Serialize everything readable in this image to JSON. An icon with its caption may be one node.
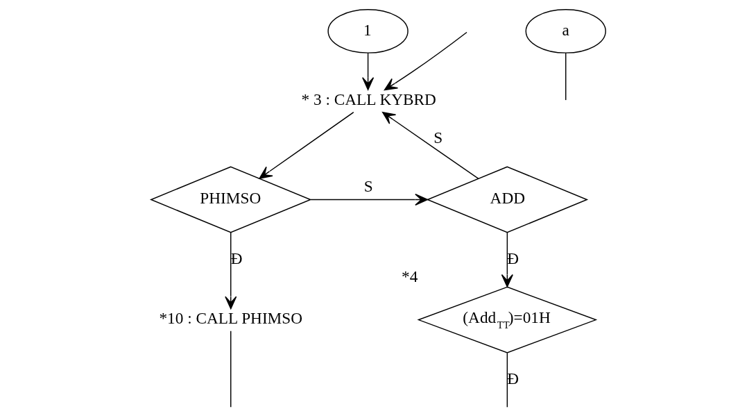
{
  "diagram": {
    "nodes": [
      {
        "text": [
          "1"
        ]
      },
      {
        "text": [
          "a"
        ]
      },
      {
        "text": [
          "* 3 : CALL KYBRD"
        ]
      },
      {
        "text": [
          "PHIMSO"
        ]
      },
      {
        "text": [
          "ADD"
        ]
      },
      {
        "text": [
          "(Add$_{TT}$)=01H"
        ],
        "beside": [
          "*4"
        ]
      },
      {
        "text": [
          "*10 : CALL PHIMSO"
        ]
      }
    ],
    "edges": [
      {
        "from": 0,
        "to": 2,
        "arrow": "to"
      },
      {
        "from": 2,
        "to": 3,
        "arrow": "to"
      },
      {
        "from": 3,
        "to": 4,
        "arrow": "to",
        "label": "S"
      },
      {
        "from": 4,
        "to": 2,
        "arrow": "to",
        "label": "S"
      },
      {
        "from": 3,
        "to": 6,
        "arrow": "to",
        "label": "Đ"
      },
      {
        "from": 4,
        "to": 5,
        "arrow": "to",
        "label": "Đ"
      },
      {
        "from": 1,
        "to": null,
        "arrow": "none"
      },
      {
        "from": 5,
        "to": null,
        "arrow": "none",
        "label": "Đ"
      },
      {
        "from": 6,
        "to": null,
        "arrow": "none"
      },
      {
        "from": null,
        "to": 2,
        "arrow": "to"
      }
    ]
  }
}
